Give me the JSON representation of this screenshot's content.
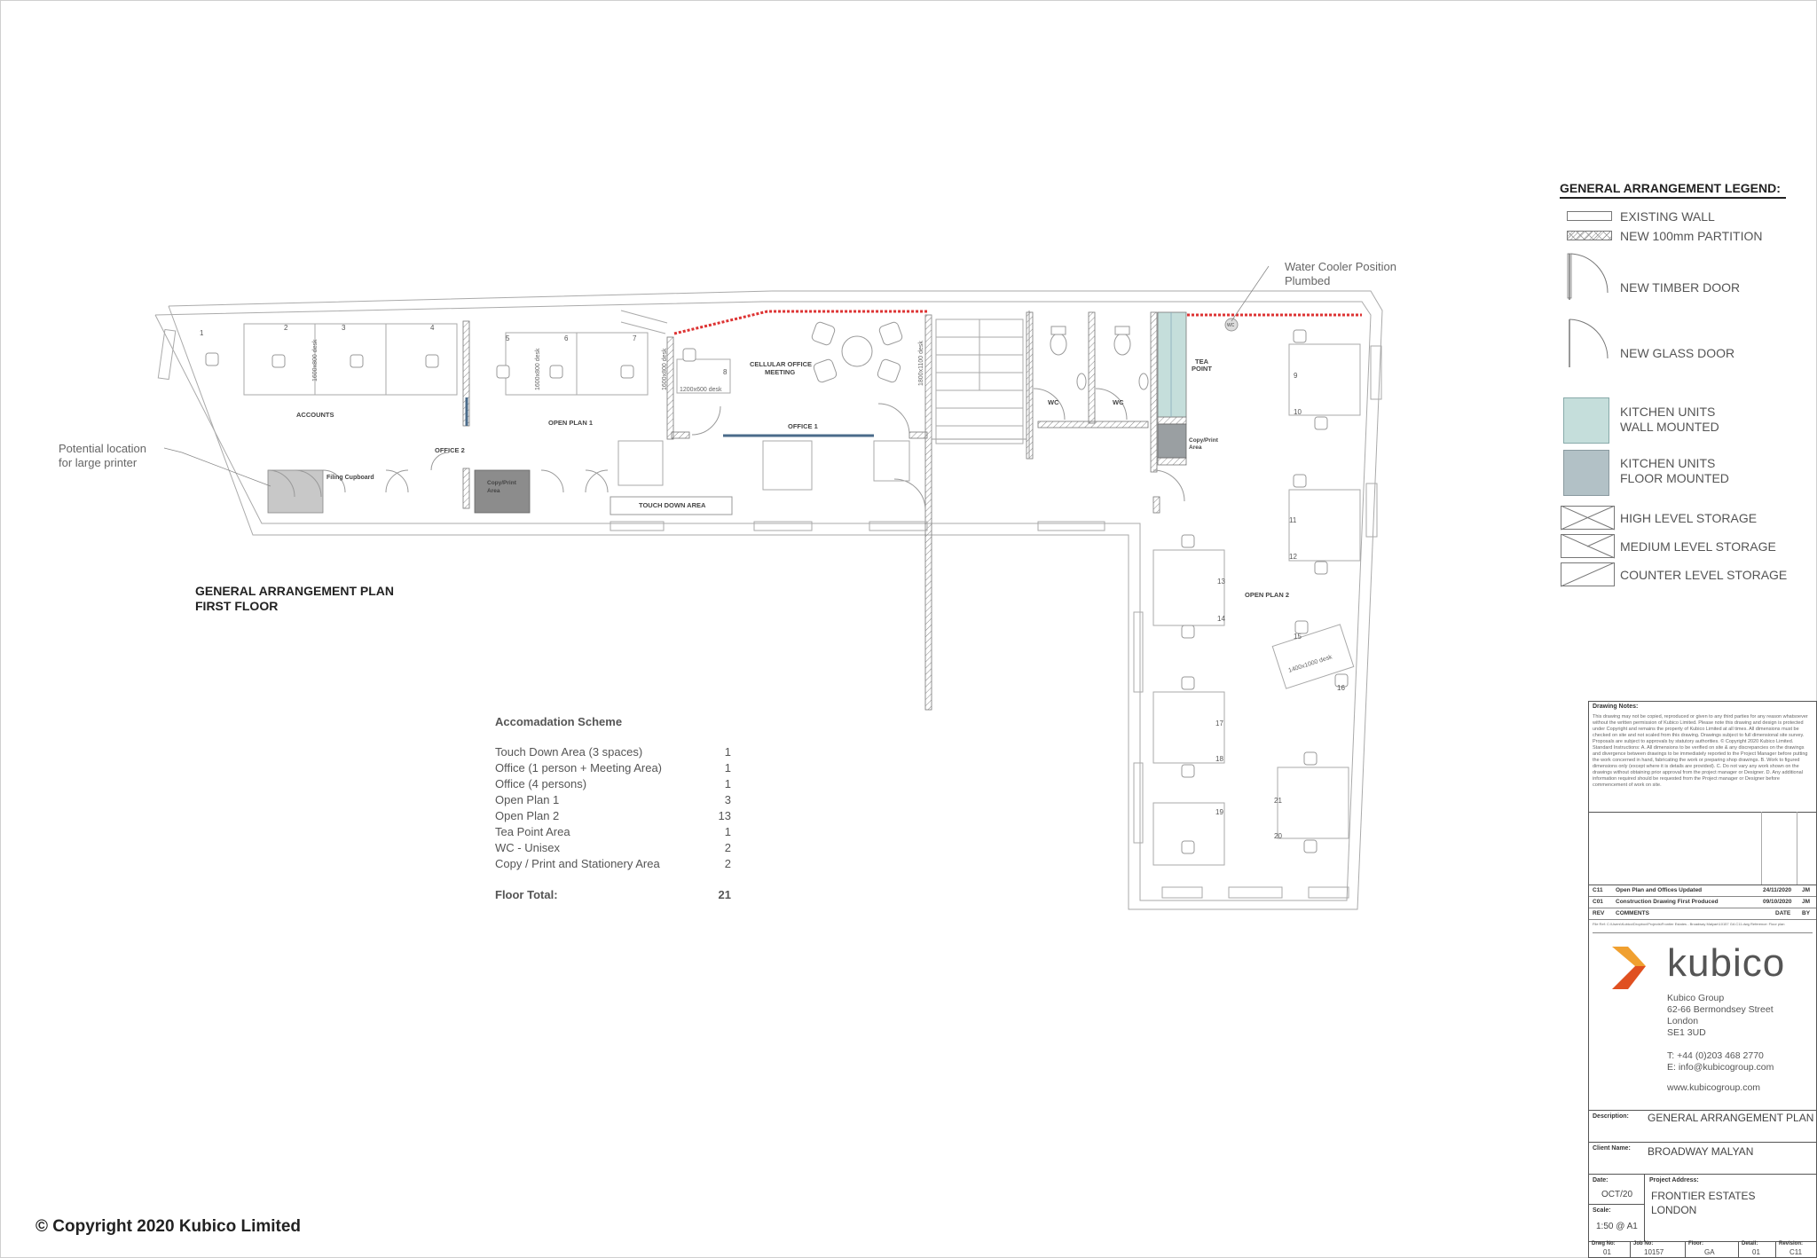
{
  "plan": {
    "title_line1": "GENERAL ARRANGEMENT PLAN",
    "title_line2": "FIRST FLOOR",
    "annotation_printer_line1": "Potential location",
    "annotation_printer_line2": "for large printer",
    "annotation_cooler_line1": "Water Cooler Position",
    "annotation_cooler_line2": "Plumbed",
    "rooms": {
      "accounts": "ACCOUNTS",
      "office2": "OFFICE 2",
      "open_plan_1": "OPEN PLAN 1",
      "cellular_office_line1": "CELLULAR OFFICE",
      "cellular_office_line2": "MEETING",
      "office1": "OFFICE 1",
      "touch_down_area": "TOUCH DOWN AREA",
      "wc_left": "WC",
      "wc_right": "WC",
      "tea_point_line1": "TEA",
      "tea_point_line2": "POINT",
      "open_plan_2": "OPEN PLAN 2",
      "filing_cupboard": "Filing Cupboard",
      "copy_print_left_line1": "Copy/Print",
      "copy_print_left_line2": "Area",
      "copy_print_right_line1": "Copy/Print",
      "copy_print_right_line2": "Area",
      "water_cooler": "WC"
    },
    "desk_labels": {
      "d1600_a": "1600x800 desk",
      "d1600_b": "1600x800 desk",
      "d1600_c": "1600x800 desk",
      "d1200": "1200x600 desk",
      "d1800": "1800x1100 desk",
      "d1400": "1400x1000 desk"
    },
    "desk_numbers": [
      "1",
      "2",
      "3",
      "4",
      "5",
      "6",
      "7",
      "8",
      "9",
      "10",
      "11",
      "12",
      "13",
      "14",
      "15",
      "16",
      "17",
      "18",
      "19",
      "20",
      "21"
    ]
  },
  "legend": {
    "title": "GENERAL ARRANGEMENT LEGEND:",
    "items": [
      {
        "label": "EXISTING WALL"
      },
      {
        "label": "NEW 100mm PARTITION"
      },
      {
        "label": "NEW TIMBER DOOR"
      },
      {
        "label": "NEW GLASS DOOR"
      },
      {
        "label_line1": "KITCHEN UNITS",
        "label_line2": "WALL MOUNTED",
        "color": "#c5dedb"
      },
      {
        "label_line1": "KITCHEN UNITS",
        "label_line2": "FLOOR MOUNTED",
        "color": "#b2c1c6"
      },
      {
        "label": "HIGH LEVEL STORAGE"
      },
      {
        "label": "MEDIUM LEVEL STORAGE"
      },
      {
        "label": "COUNTER LEVEL STORAGE"
      }
    ]
  },
  "accommodation": {
    "title": "Accomadation Scheme",
    "rows": [
      {
        "label": "Touch Down Area (3 spaces)",
        "count": "1"
      },
      {
        "label": "Office (1 person + Meeting Area)",
        "count": "1"
      },
      {
        "label": "Office (4 persons)",
        "count": "1"
      },
      {
        "label": "Open Plan 1",
        "count": "3"
      },
      {
        "label": "Open Plan 2",
        "count": "13"
      },
      {
        "label": "Tea Point Area",
        "count": "1"
      },
      {
        "label": "WC - Unisex",
        "count": "2"
      },
      {
        "label": "Copy / Print and Stationery Area",
        "count": "2"
      }
    ],
    "total_label": "Floor Total:",
    "total_value": "21"
  },
  "copyright": "© Copyright 2020 Kubico Limited",
  "title_block": {
    "notes_label": "Drawing Notes:",
    "notes_text": "This drawing may not be copied, reproduced or given to any third parties for any reason whatsoever without the written permission of Kubico Limited. Please note this drawing and design is protected under Copyright and remains the property of Kubico Limited at all times. All dimensions must be checked on site and not scaled from this drawing. Drawings subject to full dimensional site survey. Proposals are subject to approvals by statutory authorities. © Copyright 2020 Kubico Limited. Standard Instructions: A. All dimensions to be verified on site & any discrepancies on the drawings and divergence between drawings to be immediately reported to the Project Manager before putting the work concerned in hand, fabricating the work or preparing shop drawings. B. Work to figured dimensions only (except where it is details are provided). C. Do not vary any work shown on the drawings without obtaining prior approval from the project manager or Designer. D. Any additional information required should be requested from the Project manager or Designer before commencement of work on site.",
    "revisions": [
      {
        "rev": "C11",
        "comment": "Open Plan and Offices Updated",
        "date": "24/11/2020",
        "by": "JM"
      },
      {
        "rev": "C01",
        "comment": "Construction Drawing First Produced",
        "date": "09/10/2020",
        "by": "JM"
      }
    ],
    "rev_header": {
      "rev": "REV",
      "comments": "COMMENTS",
      "date": "DATE",
      "by": "BY"
    },
    "file_ref": "File Ref: C:\\Users\\Kubico\\Dropbox\\Projects\\Frontier Estates - Broadway Malyan\\10157 GA C11.dwg  Reference: Floor plan",
    "logo": "kubico",
    "company": {
      "name": "Kubico Group",
      "street": "62-66 Bermondsey Street",
      "city": "London",
      "postcode": "SE1 3UD",
      "phone": "T: +44 (0)203 468 2770",
      "email": "E: info@kubicogroup.com",
      "web": "www.kubicogroup.com"
    },
    "description_label": "Description:",
    "description": "GENERAL ARRANGEMENT PLAN",
    "client_label": "Client Name:",
    "client": "BROADWAY MALYAN",
    "date_label": "Date:",
    "date": "OCT/20",
    "project_label": "Project Address:",
    "project_line1": "FRONTIER ESTATES",
    "project_line2": "LONDON",
    "scale_label": "Scale:",
    "scale": "1:50 @ A1",
    "dwg_label": "Drwg No:",
    "dwg": "01",
    "job_label": "Job No:",
    "job": "10157",
    "floor_label": "Floor:",
    "floor": "GA",
    "detail_label": "Detail:",
    "detail": "01",
    "revision_label": "Revision:",
    "revision": "C11"
  }
}
